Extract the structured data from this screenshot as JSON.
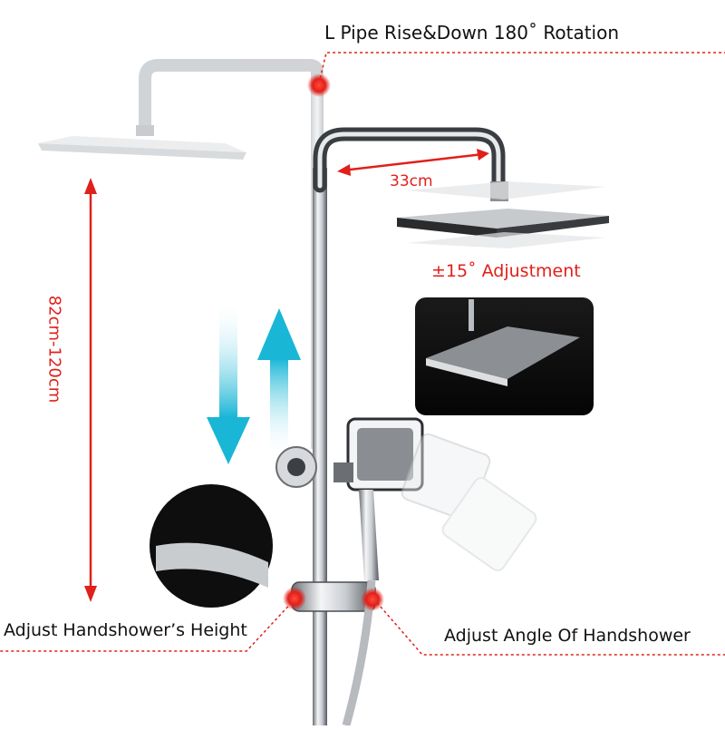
{
  "labels": {
    "l_pipe": "L Pipe Rise&Down 180˚ Rotation",
    "arm_length": "33cm",
    "tilt": "±15˚ Adjustment",
    "height_range": "82cm-120cm",
    "handshower_height": "Adjust Handshower’s Height",
    "handshower_angle": "Adjust Angle Of Handshower"
  },
  "colors": {
    "accent_red": "#e0201a",
    "arrow_cyan": "#19b6d6",
    "chrome_dark": "#2b2b2b",
    "chrome_light": "#d9dbde"
  }
}
